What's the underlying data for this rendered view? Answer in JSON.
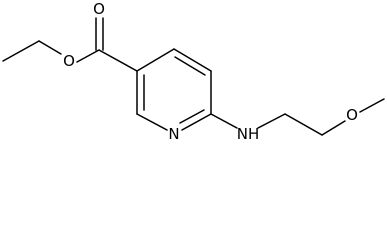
{
  "colors": {
    "bond": "#000000",
    "background": "#ffffff"
  },
  "atoms": {
    "carbonyl_oxygen": "O",
    "ester_oxygen": "O",
    "ring_nitrogen": "N",
    "amine": "NH",
    "ether_oxygen": "O"
  }
}
